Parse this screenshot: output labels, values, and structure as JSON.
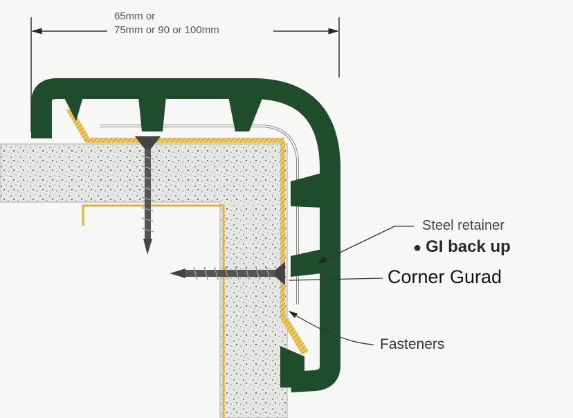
{
  "dimension": {
    "line1": "65mm or",
    "line2": "75mm or 90 or 100mm"
  },
  "labels": {
    "steel_retainer": "Steel retainer",
    "gi_back_up": "GI back up",
    "corner_guard": "Corner Gurad",
    "fasteners": "Fasteners"
  },
  "colors": {
    "guard_green": "#1f4d2b",
    "stud_yellow": "#e0b13a",
    "concrete": "#e4e4e2"
  }
}
